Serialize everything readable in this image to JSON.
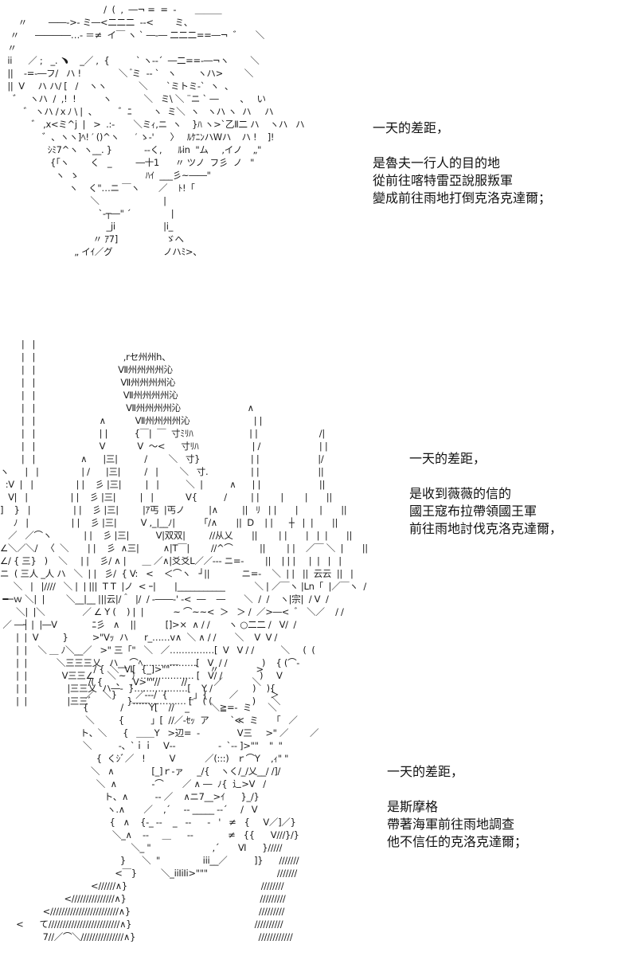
{
  "panels": [
    {
      "caption": {
        "title": "一天的差距，",
        "lines": [
          "是魯夫一行人的目的地",
          "從前往喀特雷亞說服叛軍",
          "變成前往雨地打倒克洛克達爾；"
        ]
      },
      "art": [
        "                                     /  (  ,  ―¬ =  =  ‐       ＿＿＿",
        "     〃        ――‐>‐ ミ―<二二二  ‐‐<        ミ、",
        "  〃      ――――…‐ ＝≠  イ￣ ヽ ` ―‐― 二二二==―¬  ゛     ＼",
        " 〃",
        " ii      ／ ;   _. ﹅    _／ ,  {          ` ヽ‐‐´  ―二==‐―¬ヽ        ＼",
        " ||    ‐=‐―フ/   ハ !              ＼  ゙ミ  ‐‐ `   ヽ        ヽハ>        ＼",
        " ||  V     ハ ハ/ [   /    ヽヽ            ＼       `ミトミ‐`  ヽ  、",
        "   ゛   ヽハ  /  ,!  !          ヽ            ＼   ミ\\ ＼ ¨ニ ` ―        、   い",
        "       ゛ ヽハ /ｘﾉ \\ |  、        ゛ﾆ        ヽ  ミ＼  ヽ   ヽハ ヽ  ハ     ハ",
        "          ゛ ,x<ミ^j  |   >  .:-       ＼ミｨ,ニ  ヽ    }ﾊ ヽ>`乙Ⅱ二 ハ    ヽハ   ハ",
        "              ゛、ヽヽ]ﾍ! ′ ()^ヽ      ′ ゝ‐'      〉   ﾙｹﾆﾝハWハ    ハ !    ]!",
        "                ｼﾐ7^ヽ  ヽ__. }            ‐‐く,      ﾙin  \"ム     ,イノ    „\"",
        "                 {「ヽ        く   _         ―十1      〃 ツノ  フ彡  ノ   \"",
        "                   ヽ  ゝ                         ﾊｲ  ___彡~――\"",
        "                        ヽ    く\"…ニ ￣ヽ       ／    ﾄ!「",
        "                                ＼                        |",
        "                                   `‐┬―\" ´               |",
        "                                      _ji                  |i_",
        "                                 〃 ｱ7]                  ゞへ",
        "                          „ イｲ／グ                   ノハﾐ>、"
      ]
    },
    {
      "caption": {
        "title": "一天的差距，",
        "lines": [
          "是收到薇薇的信的",
          "國王寇布拉帶領國王軍",
          "前往雨地討伐克洛克達爾，"
        ]
      },
      "art": [
        "        |   |",
        "        |   |                                 ,rセ州州h、",
        "        |   |                               Ⅶ州州州州沁",
        "        |   |                                Ⅶ州州州州沁",
        "        |   |                                 Ⅶ州州州州沁",
        "        |   |                                  Ⅶ州州州州沁                         ∧",
        "        |   |                        ∧           Ⅶ州州州州沁                        | |",
        "        |   |                        | |          {￣|  ￣  寸ﾐﾘﾊ                     | |                       /|",
        "        |   |                        V            V  ～<      寸ﾘﾊ                    | /                      | |",
        "        |   |                 ∧      |三|          /        ＼   寸}                   | |                      |/",
        "ヽ      |   |                | /      |三|         /   |        ＼   寸.                | |                      ||",
        "  :V  |   |                | |    彡 |三|         |   |          ＼  |          ∧      | |                      ||",
        "   V|   |                | |    彡 |三|         |   |            V{          /         | |        |        |       ||",
        "]    }   |                | |    彡 |三|         |ｱ丐  |丐ノ         |∧         ||   ﾘ   | |       |        |       ||",
        "     ﾉ   |                | |    彡 |三|         V ,_|__ﾉ|         「/∧       ||  D    | |      ┼   |  |       ||",
        "   ／   ／⌒ヽ            | |    彡 |三|          V|双双|         //从乂       ||        | |       |   |  |       ||",
        "∠＼／＼/   〈  ＼       | |    彡  ∧三|         ∧|T￣|        //^⌒          ||        | |    ／￣ ＼  |       ||",
        "∠/ { 三}   )    ＼     | |    彡/ ∧ |      ＿ ／∧|爻爻L／／‐‐‐ ニ=-        ||    | | |     |  |   |   |",
        "ニ  ( 三人 _人 ハ   ＼  | |   彡/  { V:   <    ＜⌒ヽ   ┘||            ニ=-    ＼  | |   ||  云云  ||   |",
        "     ＼   |   |////   ＼ |  | |||  T T  |ノ  < ｰ|       |___________           ＼ | ／￣ヽ |Ln「  |／￣ヽ  /",
        " ━─ｗ ＼|  |        ＼__|__ |||云|/＾  |/  / ‐――‐' ‐<  ―    ―       ＼  /  /    ヽ|宗|  / V  /",
        "      ＼|  |＼              ／ ∠ Y (    ) |  |           ~ ⌒~~<  ＞   ＞ /  ／>―<  ﾞ   ＼／    / /",
        " ／ ―┤ |  |―V             ﾆ彡   ∧    ||           []>×  ∧ / /       ヽ ○二二 /   V/  /",
        "      |  |  V         }         >\"Vｯ  ハ      r_……v∧  ＼ ∧ / /       ＼    V  V /",
        "      |  |    ＼ ＿ ﾉ＼__／   >\" 三「\"   ＼   ／……………[  V   V / /          ＼     (  (",
        "      |  |           ＼三三三乂   ハ__ ⌒ﾍ………………[   V  / /             )    { (⌒‐",
        "      |  |             V三三∠     ＼ ~  ）……………… [   V/ /              )     V",
        "      |  |               |三三乂  ハ―‐  }………………[    Y /               )    ){",
        "      |  |               |三三ﾞ             }……………… [    ( (               )      ＼"
      ]
    },
    {
      "caption": {
        "title": "一天的差距，",
        "lines": [
          "是斯摩格",
          "帶著海軍前往雨地調查",
          "他不信任的克洛克達爾；"
        ]
      },
      "art": [
        "                                / {  ＼  Ⅵ[  {_]>\"\"￣      `    〃              >",
        "                              /( {     、  ,V>\"\"//        //          ／           ＼",
        "                             ／   ＼}       ／‐‐‐/  {        _」{        ／            ＞",
        "                            {            /   ￣￣Y[    //    _        ＼≧=‐  ミ      ＼",
        "                             ＼         {          」[  //／‐ｾｯ  ア        `≪  ミ     「   ／",
        "                           ト、＼      {   ＿＿Y   >辺=  ‐              V三     >\" ／        ／",
        "                            ＼          ‐、`ｉｉ    V‐‐                ‐  `‐‐ ]>\"\"    \"  \"",
        "                                 {  くｼﾞ／   !         V           ／(:::)   ｒ⌒Y    ,ｨ\" \"",
        "                               ＼   ∧              [_]ｒ‐ァ     _/{    ヽく/_/乂__/ /]/",
        "                                 ＼  ∧             ‐⌒       ／ ∧ ―  ﾉ{  辶>V   /",
        "                                    ト、∧          ‐‐ ／    ∧ニ7__>ｲ      }_/}",
        "                                     ヽ.∧       ／    ,´     ‐‐ _____ ‐‐´     /   V",
        "                                      {   ∧    {-_ ‐‐    _   ‐‐      ‐   '   ≠   {     V／]／}",
        "                                       ＼_∧    ‐‐     ＿      ‐‐             ≠   {{      V///}/}",
        "                                              ＼_ \"                       ,´       Ⅵ      }/////",
        "                                          }      ＼  \"                iii__／          ]}      ///////",
        "                                        <￣}         ＼_iiIiIi>\"\"\"                          ///////",
        "                               <//////∧}                                                  ////////",
        "                     <///////////////∧}                                                  /////////",
        "             <////////////////////////∧}                                                /////////",
        "   <      て/////////////////////////∧}                                              //////////",
        "             7//／⌒＼///////////////∧}                                              ////////////"
      ]
    }
  ]
}
